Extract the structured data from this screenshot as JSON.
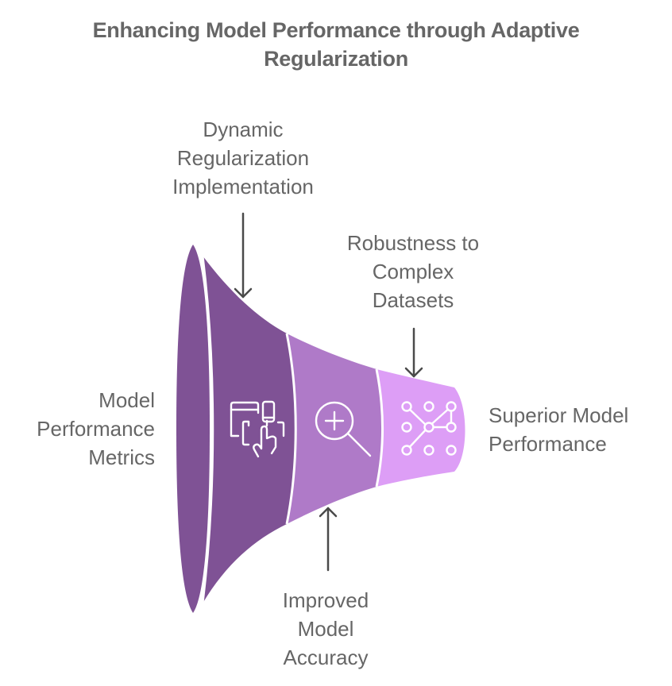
{
  "title": {
    "line1": "Enhancing Model Performance through Adaptive",
    "line2": "Regularization"
  },
  "stages": [
    {
      "name": "Model Performance Metrics",
      "lines": [
        "Model",
        "Performance",
        "Metrics"
      ],
      "icon": "devices-touch-icon",
      "color": "#7F5295"
    },
    {
      "name": "Improved Model Accuracy",
      "lines": [
        "Improved",
        "Model",
        "Accuracy"
      ],
      "icon": "zoom-in-icon",
      "color": "#AF7AC8"
    },
    {
      "name": "Superior Model Performance",
      "lines": [
        "Superior Model",
        "Performance"
      ],
      "icon": "network-nodes-icon",
      "color": "#DD9EF6"
    }
  ],
  "annotations": {
    "dynamic": {
      "lines": [
        "Dynamic",
        "Regularization",
        "Implementation"
      ],
      "arrow": "down"
    },
    "robustness": {
      "lines": [
        "Robustness to",
        "Complex",
        "Datasets"
      ],
      "arrow": "down"
    },
    "improved": {
      "lines": [
        "Improved",
        "Model",
        "Accuracy"
      ],
      "arrow": "up"
    }
  },
  "labels": {
    "metrics": [
      "Model",
      "Performance",
      "Metrics"
    ],
    "superior": [
      "Superior Model",
      "Performance"
    ]
  },
  "colors": {
    "segment1": "#7F5295",
    "segment2": "#AF7AC8",
    "segment3": "#DD9EF6",
    "text": "#666666",
    "arrow": "#4A4A4A"
  }
}
